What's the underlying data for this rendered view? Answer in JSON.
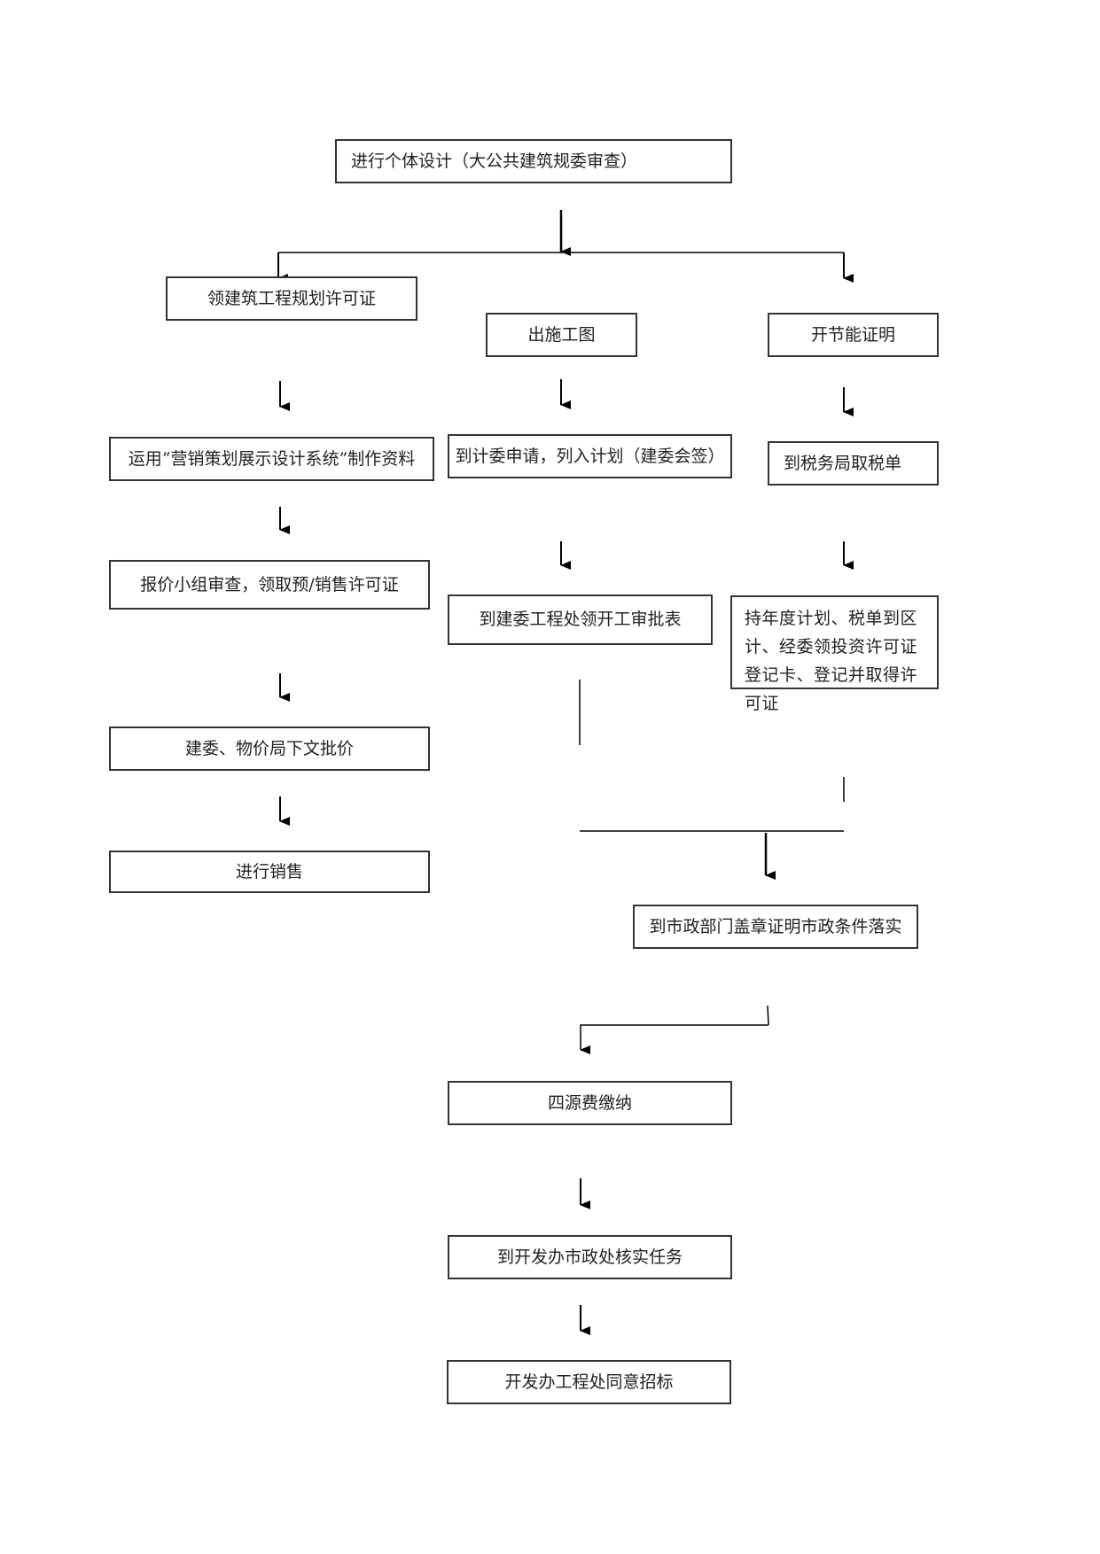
{
  "diagram": {
    "top": "进行个体设计（大公共建筑规委审查）",
    "left_col": [
      "领建筑工程规划许可证",
      "运用“营销策划展示设计系统”制作资料",
      "报价小组审查，领取预/销售许可证",
      "建委、物价局下文批价",
      "进行销售"
    ],
    "mid_col": [
      "出施工图",
      "到计委申请，列入计划（建委会签）",
      "到建委工程处领开工审批表"
    ],
    "right_col": [
      "开节能证明",
      "到税务局取税单",
      "持年度计划、税单到区计、经委领投资许可证登记卡、登记并取得许可证"
    ],
    "bottom_col": [
      "到市政部门盖章证明市政条件落实",
      "四源费缴纳",
      "到开发办市政处核实任务",
      "开发办工程处同意招标"
    ]
  }
}
